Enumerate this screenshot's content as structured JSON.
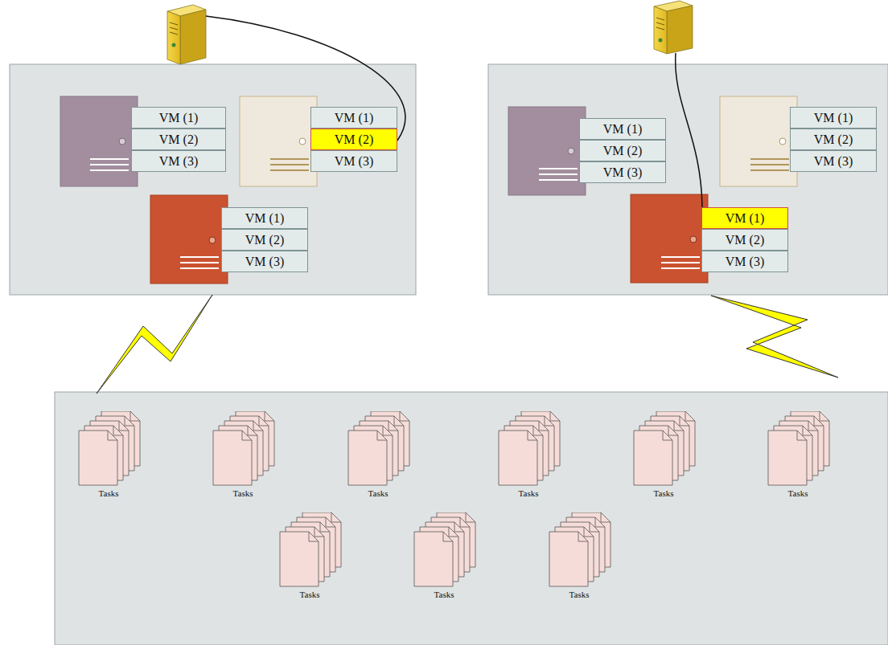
{
  "diagram": {
    "nodes": [
      {
        "text": [
          "VM (1)"
        ]
      },
      {
        "text": [
          "VM (2)"
        ]
      },
      {
        "text": [
          "VM (3)"
        ]
      },
      {
        "text": [
          "VM (1)"
        ]
      },
      {
        "text": [
          "VM (2)"
        ]
      },
      {
        "text": [
          "VM (3)"
        ]
      },
      {
        "text": [
          "VM (1)"
        ]
      },
      {
        "text": [
          "VM (2)"
        ]
      },
      {
        "text": [
          "VM (3)"
        ]
      },
      {
        "text": [
          "VM (1)"
        ]
      },
      {
        "text": [
          "VM (2)"
        ]
      },
      {
        "text": [
          "VM (3)"
        ]
      },
      {
        "text": [
          "VM (1)"
        ]
      },
      {
        "text": [
          "VM (2)"
        ]
      },
      {
        "text": [
          "VM (3)"
        ]
      },
      {
        "text": [
          "VM (1)"
        ]
      },
      {
        "text": [
          "VM (2)"
        ]
      },
      {
        "text": [
          "VM (3)"
        ]
      },
      {
        "text": [
          "Tasks"
        ]
      },
      {
        "text": [
          "Tasks"
        ]
      },
      {
        "text": [
          "Tasks"
        ]
      },
      {
        "text": [
          "Tasks"
        ]
      },
      {
        "text": [
          "Tasks"
        ]
      },
      {
        "text": [
          "Tasks"
        ]
      },
      {
        "text": [
          "Tasks"
        ]
      },
      {
        "text": [
          "Tasks"
        ]
      },
      {
        "text": [
          "Tasks"
        ]
      }
    ]
  }
}
